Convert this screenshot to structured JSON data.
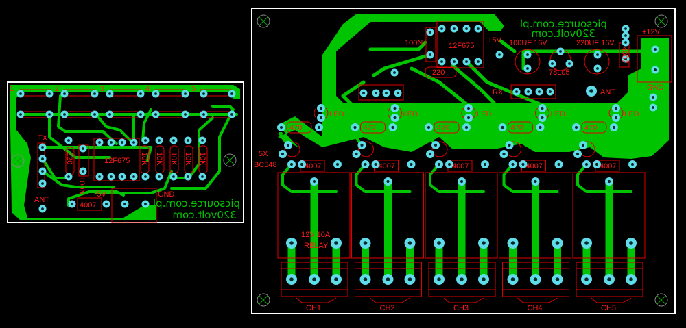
{
  "left_board": {
    "channel_numbers": [
      "1",
      "2",
      "3",
      "4",
      "5"
    ],
    "tx_label": "TX",
    "ant_label": "ANT",
    "res_220": "220",
    "cap_100n": "100N",
    "ic_label": "12F675",
    "resistors_10k": [
      "10K",
      "10K",
      "10K",
      "10K",
      "10K"
    ],
    "diode": "4007",
    "plus5v": "+5V",
    "gnd": "GND",
    "site1": "picsource.com.pl",
    "site2": "320volt.com"
  },
  "right_board": {
    "site1": "picsource.com.pl",
    "site2": "320volt.com",
    "cap_100n": "100N",
    "ic_label": "12F675",
    "plus5v": "+5V",
    "cap1": "100UF 16V",
    "cap2": "220UF 16V",
    "regulator": "78L05",
    "res_220": "220",
    "diode_power": "4007",
    "plus12v": "+12V",
    "gnd": "GND",
    "rx_label": "RX",
    "ant_label": "ANT",
    "transistor_note": "5X",
    "transistor": "BC548",
    "relay_note": "12V 10A",
    "relay_label": "RELAY",
    "channels": [
      {
        "name": "CH1",
        "res": "470",
        "diode": "4007",
        "led": "LED"
      },
      {
        "name": "CH2",
        "res": "470",
        "diode": "4007",
        "led": "LED"
      },
      {
        "name": "CH3",
        "res": "470",
        "diode": "4007",
        "led": "LED"
      },
      {
        "name": "CH4",
        "res": "470",
        "diode": "4007",
        "led": "LED"
      },
      {
        "name": "CH5",
        "res": "470",
        "diode": "4007",
        "led": "LED"
      }
    ]
  },
  "colors": {
    "copper": "#00c400",
    "pad": "#5fdcea",
    "silk": "#e00000",
    "background": "#000000",
    "border": "#ffffff"
  }
}
